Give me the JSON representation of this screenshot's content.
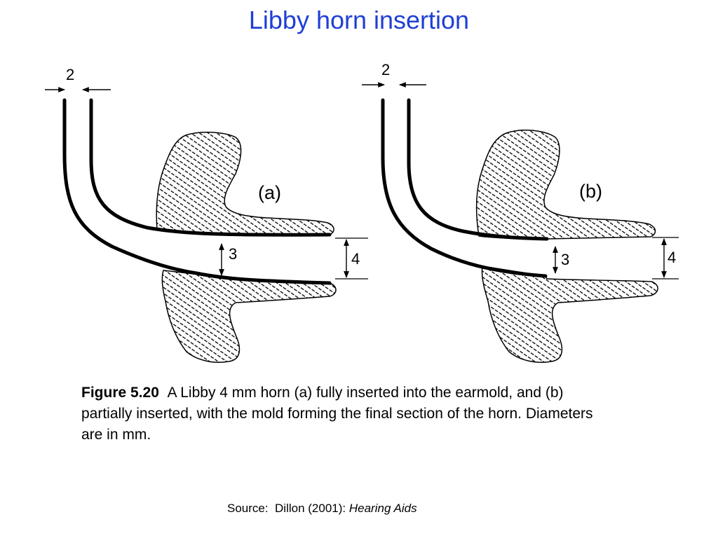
{
  "title": "Libby horn insertion",
  "panel_a": {
    "label": "(a)",
    "top_dimension": "2",
    "inner_dimension": "3",
    "outer_dimension": "4"
  },
  "panel_b": {
    "label": "(b)",
    "top_dimension": "2",
    "inner_dimension": "3",
    "outer_dimension": "4"
  },
  "caption": {
    "figure_label": "Figure 5.20",
    "text": "A Libby 4 mm horn (a) fully inserted into the earmold, and (b) partially inserted, with the mold forming the final section of the horn.  Diameters are in mm."
  },
  "source": {
    "prefix": "Source:  Dillon (2001): ",
    "work": "Hearing Aids"
  },
  "colors": {
    "title": "#1f3fd6",
    "ink": "#000000"
  }
}
